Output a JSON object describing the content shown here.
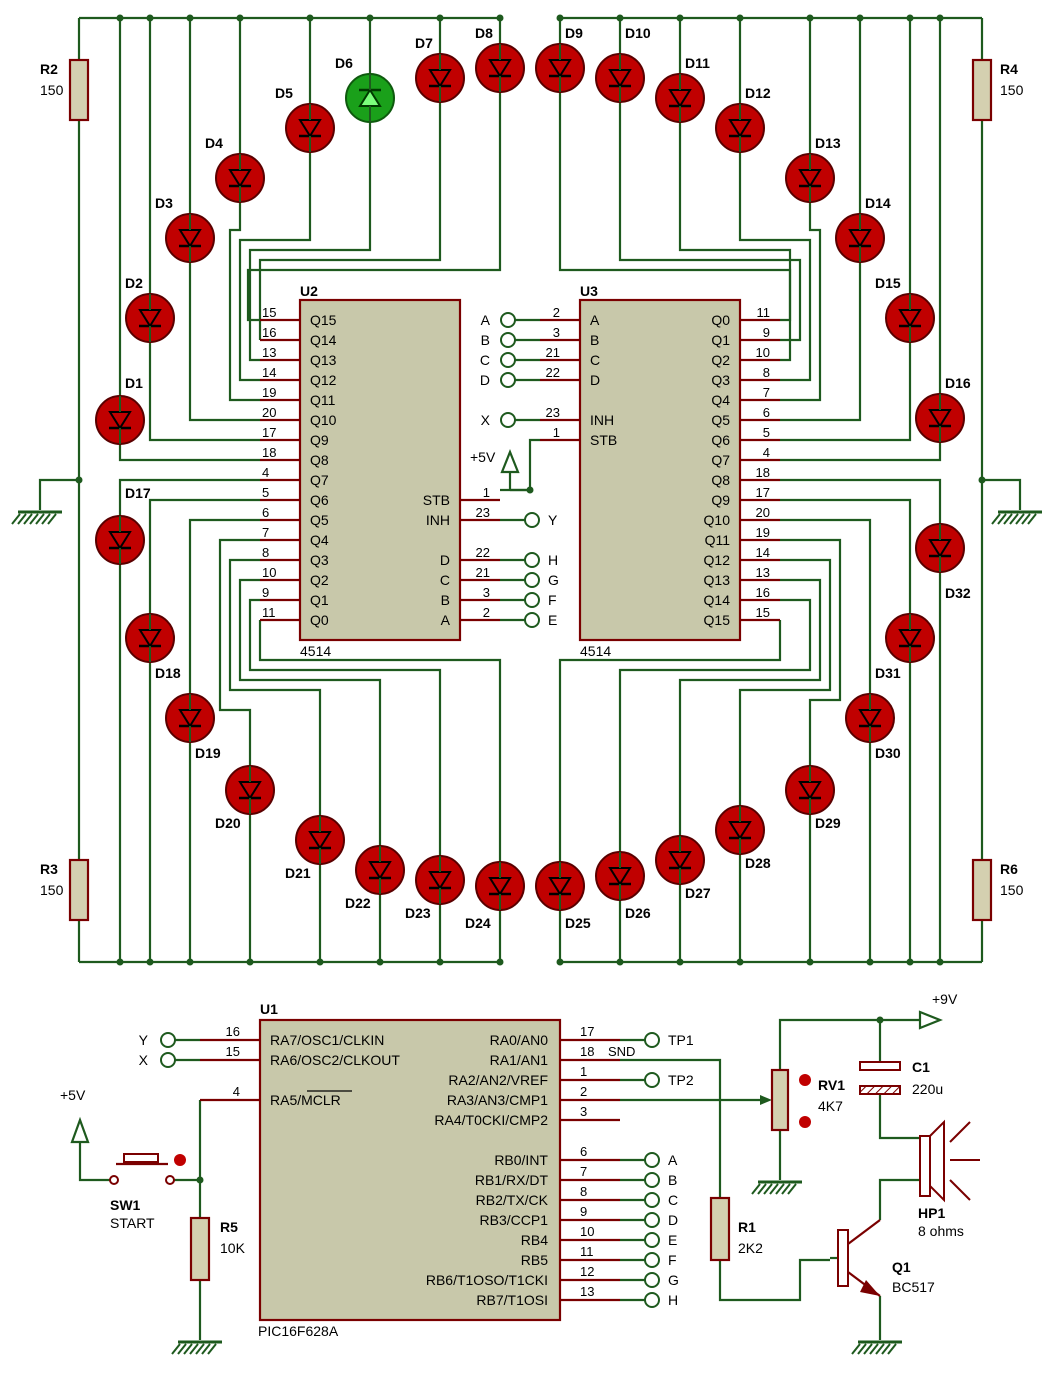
{
  "u2": {
    "ref": "U2",
    "part": "4514",
    "left_pins": [
      {
        "num": "15",
        "name": "Q15"
      },
      {
        "num": "16",
        "name": "Q14"
      },
      {
        "num": "13",
        "name": "Q13"
      },
      {
        "num": "14",
        "name": "Q12"
      },
      {
        "num": "19",
        "name": "Q11"
      },
      {
        "num": "20",
        "name": "Q10"
      },
      {
        "num": "17",
        "name": "Q9"
      },
      {
        "num": "18",
        "name": "Q8"
      },
      {
        "num": "4",
        "name": "Q7"
      },
      {
        "num": "5",
        "name": "Q6"
      },
      {
        "num": "6",
        "name": "Q5"
      },
      {
        "num": "7",
        "name": "Q4"
      },
      {
        "num": "8",
        "name": "Q3"
      },
      {
        "num": "10",
        "name": "Q2"
      },
      {
        "num": "9",
        "name": "Q1"
      },
      {
        "num": "11",
        "name": "Q0"
      }
    ],
    "right_pins": [
      {
        "num": "1",
        "name": "STB",
        "term": ""
      },
      {
        "num": "23",
        "name": "INH",
        "term": "Y"
      },
      {
        "num": "22",
        "name": "D",
        "term": "H"
      },
      {
        "num": "21",
        "name": "C",
        "term": "G"
      },
      {
        "num": "3",
        "name": "B",
        "term": "F"
      },
      {
        "num": "2",
        "name": "A",
        "term": "E"
      }
    ]
  },
  "u3": {
    "ref": "U3",
    "part": "4514",
    "left_pins": [
      {
        "num": "2",
        "name": "A",
        "term": "A"
      },
      {
        "num": "3",
        "name": "B",
        "term": "B"
      },
      {
        "num": "21",
        "name": "C",
        "term": "C"
      },
      {
        "num": "22",
        "name": "D",
        "term": "D"
      },
      {
        "num": "23",
        "name": "INH",
        "term": "X"
      },
      {
        "num": "1",
        "name": "STB",
        "term": ""
      }
    ],
    "right_pins": [
      {
        "num": "11",
        "name": "Q0"
      },
      {
        "num": "9",
        "name": "Q1"
      },
      {
        "num": "10",
        "name": "Q2"
      },
      {
        "num": "8",
        "name": "Q3"
      },
      {
        "num": "7",
        "name": "Q4"
      },
      {
        "num": "6",
        "name": "Q5"
      },
      {
        "num": "5",
        "name": "Q6"
      },
      {
        "num": "4",
        "name": "Q7"
      },
      {
        "num": "18",
        "name": "Q8"
      },
      {
        "num": "17",
        "name": "Q9"
      },
      {
        "num": "20",
        "name": "Q10"
      },
      {
        "num": "19",
        "name": "Q11"
      },
      {
        "num": "14",
        "name": "Q12"
      },
      {
        "num": "13",
        "name": "Q13"
      },
      {
        "num": "16",
        "name": "Q14"
      },
      {
        "num": "15",
        "name": "Q15"
      }
    ]
  },
  "u1": {
    "ref": "U1",
    "part": "PIC16F628A",
    "left_pins": [
      {
        "num": "16",
        "name": "RA7/OSC1/CLKIN",
        "term": "Y"
      },
      {
        "num": "15",
        "name": "RA6/OSC2/CLKOUT",
        "term": "X"
      },
      {
        "num": "4",
        "name": "RA5/MCLR",
        "term": ""
      }
    ],
    "right_pins": [
      {
        "num": "17",
        "name": "RA0/AN0",
        "term": "TP1"
      },
      {
        "num": "18",
        "name": "RA1/AN1",
        "term": ""
      },
      {
        "num": "1",
        "name": "RA2/AN2/VREF",
        "term": "TP2"
      },
      {
        "num": "2",
        "name": "RA3/AN3/CMP1",
        "term": ""
      },
      {
        "num": "3",
        "name": "RA4/T0CKI/CMP2",
        "term": ""
      },
      {
        "num": "6",
        "name": "RB0/INT",
        "term": "A"
      },
      {
        "num": "7",
        "name": "RB1/RX/DT",
        "term": "B"
      },
      {
        "num": "8",
        "name": "RB2/TX/CK",
        "term": "C"
      },
      {
        "num": "9",
        "name": "RB3/CCP1",
        "term": "D"
      },
      {
        "num": "10",
        "name": "RB4",
        "term": "E"
      },
      {
        "num": "11",
        "name": "RB5",
        "term": "F"
      },
      {
        "num": "12",
        "name": "RB6/T1OSO/T1CKI",
        "term": "G"
      },
      {
        "num": "13",
        "name": "RB7/T1OSI",
        "term": "H"
      }
    ],
    "snd_label": "SND"
  },
  "resistors": [
    {
      "ref": "R2",
      "value": "150"
    },
    {
      "ref": "R3",
      "value": "150"
    },
    {
      "ref": "R4",
      "value": "150"
    },
    {
      "ref": "R6",
      "value": "150"
    },
    {
      "ref": "R5",
      "value": "10K"
    },
    {
      "ref": "R1",
      "value": "2K2"
    }
  ],
  "rv1": {
    "ref": "RV1",
    "value": "4K7"
  },
  "c1": {
    "ref": "C1",
    "value": "220u"
  },
  "hp1": {
    "ref": "HP1",
    "value": "8 ohms"
  },
  "q1": {
    "ref": "Q1",
    "value": "BC517"
  },
  "sw1": {
    "ref": "SW1",
    "value": "START"
  },
  "power": {
    "p5v": "+5V",
    "p9v": "+9V"
  },
  "leds": [
    "D1",
    "D2",
    "D3",
    "D4",
    "D5",
    "D6",
    "D7",
    "D8",
    "D9",
    "D10",
    "D11",
    "D12",
    "D13",
    "D14",
    "D15",
    "D16",
    "D17",
    "D18",
    "D19",
    "D20",
    "D21",
    "D22",
    "D23",
    "D24",
    "D25",
    "D26",
    "D27",
    "D28",
    "D29",
    "D30",
    "D31",
    "D32"
  ],
  "lit_led": "D6",
  "colors": {
    "wire": "#1e5a1e",
    "component": "#7a0000",
    "led_off": "#c00000",
    "led_on": "#1aa01a",
    "chip_fill": "#c8c8aa"
  }
}
